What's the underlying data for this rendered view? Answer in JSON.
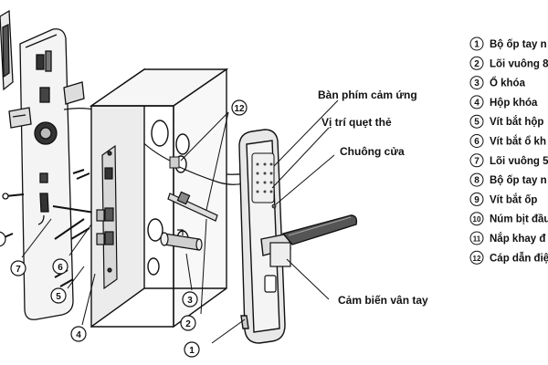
{
  "callouts": {
    "touch_keypad": "Bàn phím cảm ứng",
    "card_swipe": "Vị trí quẹt thẻ",
    "doorbell": "Chuông cửa",
    "fingerprint": "Cảm biến vân tay"
  },
  "numbers": {
    "n1": "1",
    "n2": "2",
    "n3": "3",
    "n4": "4",
    "n5": "5",
    "n6": "6",
    "n7": "7",
    "n12": "12"
  },
  "legend": [
    {
      "num": "1",
      "text": "Bộ ốp tay n"
    },
    {
      "num": "2",
      "text": "Lõi vuông 8"
    },
    {
      "num": "3",
      "text": "Ổ khóa"
    },
    {
      "num": "4",
      "text": "Hộp khóa"
    },
    {
      "num": "5",
      "text": "Vít bắt hộp"
    },
    {
      "num": "6",
      "text": "Vít bắt ổ kh"
    },
    {
      "num": "7",
      "text": "Lõi vuông 5"
    },
    {
      "num": "8",
      "text": "Bộ ốp tay n"
    },
    {
      "num": "9",
      "text": "Vít bắt ốp"
    },
    {
      "num": "10",
      "text": "Núm bịt đầu"
    },
    {
      "num": "11",
      "text": "Nắp khay đ"
    },
    {
      "num": "12",
      "text": "Cáp dẫn điệ"
    }
  ]
}
